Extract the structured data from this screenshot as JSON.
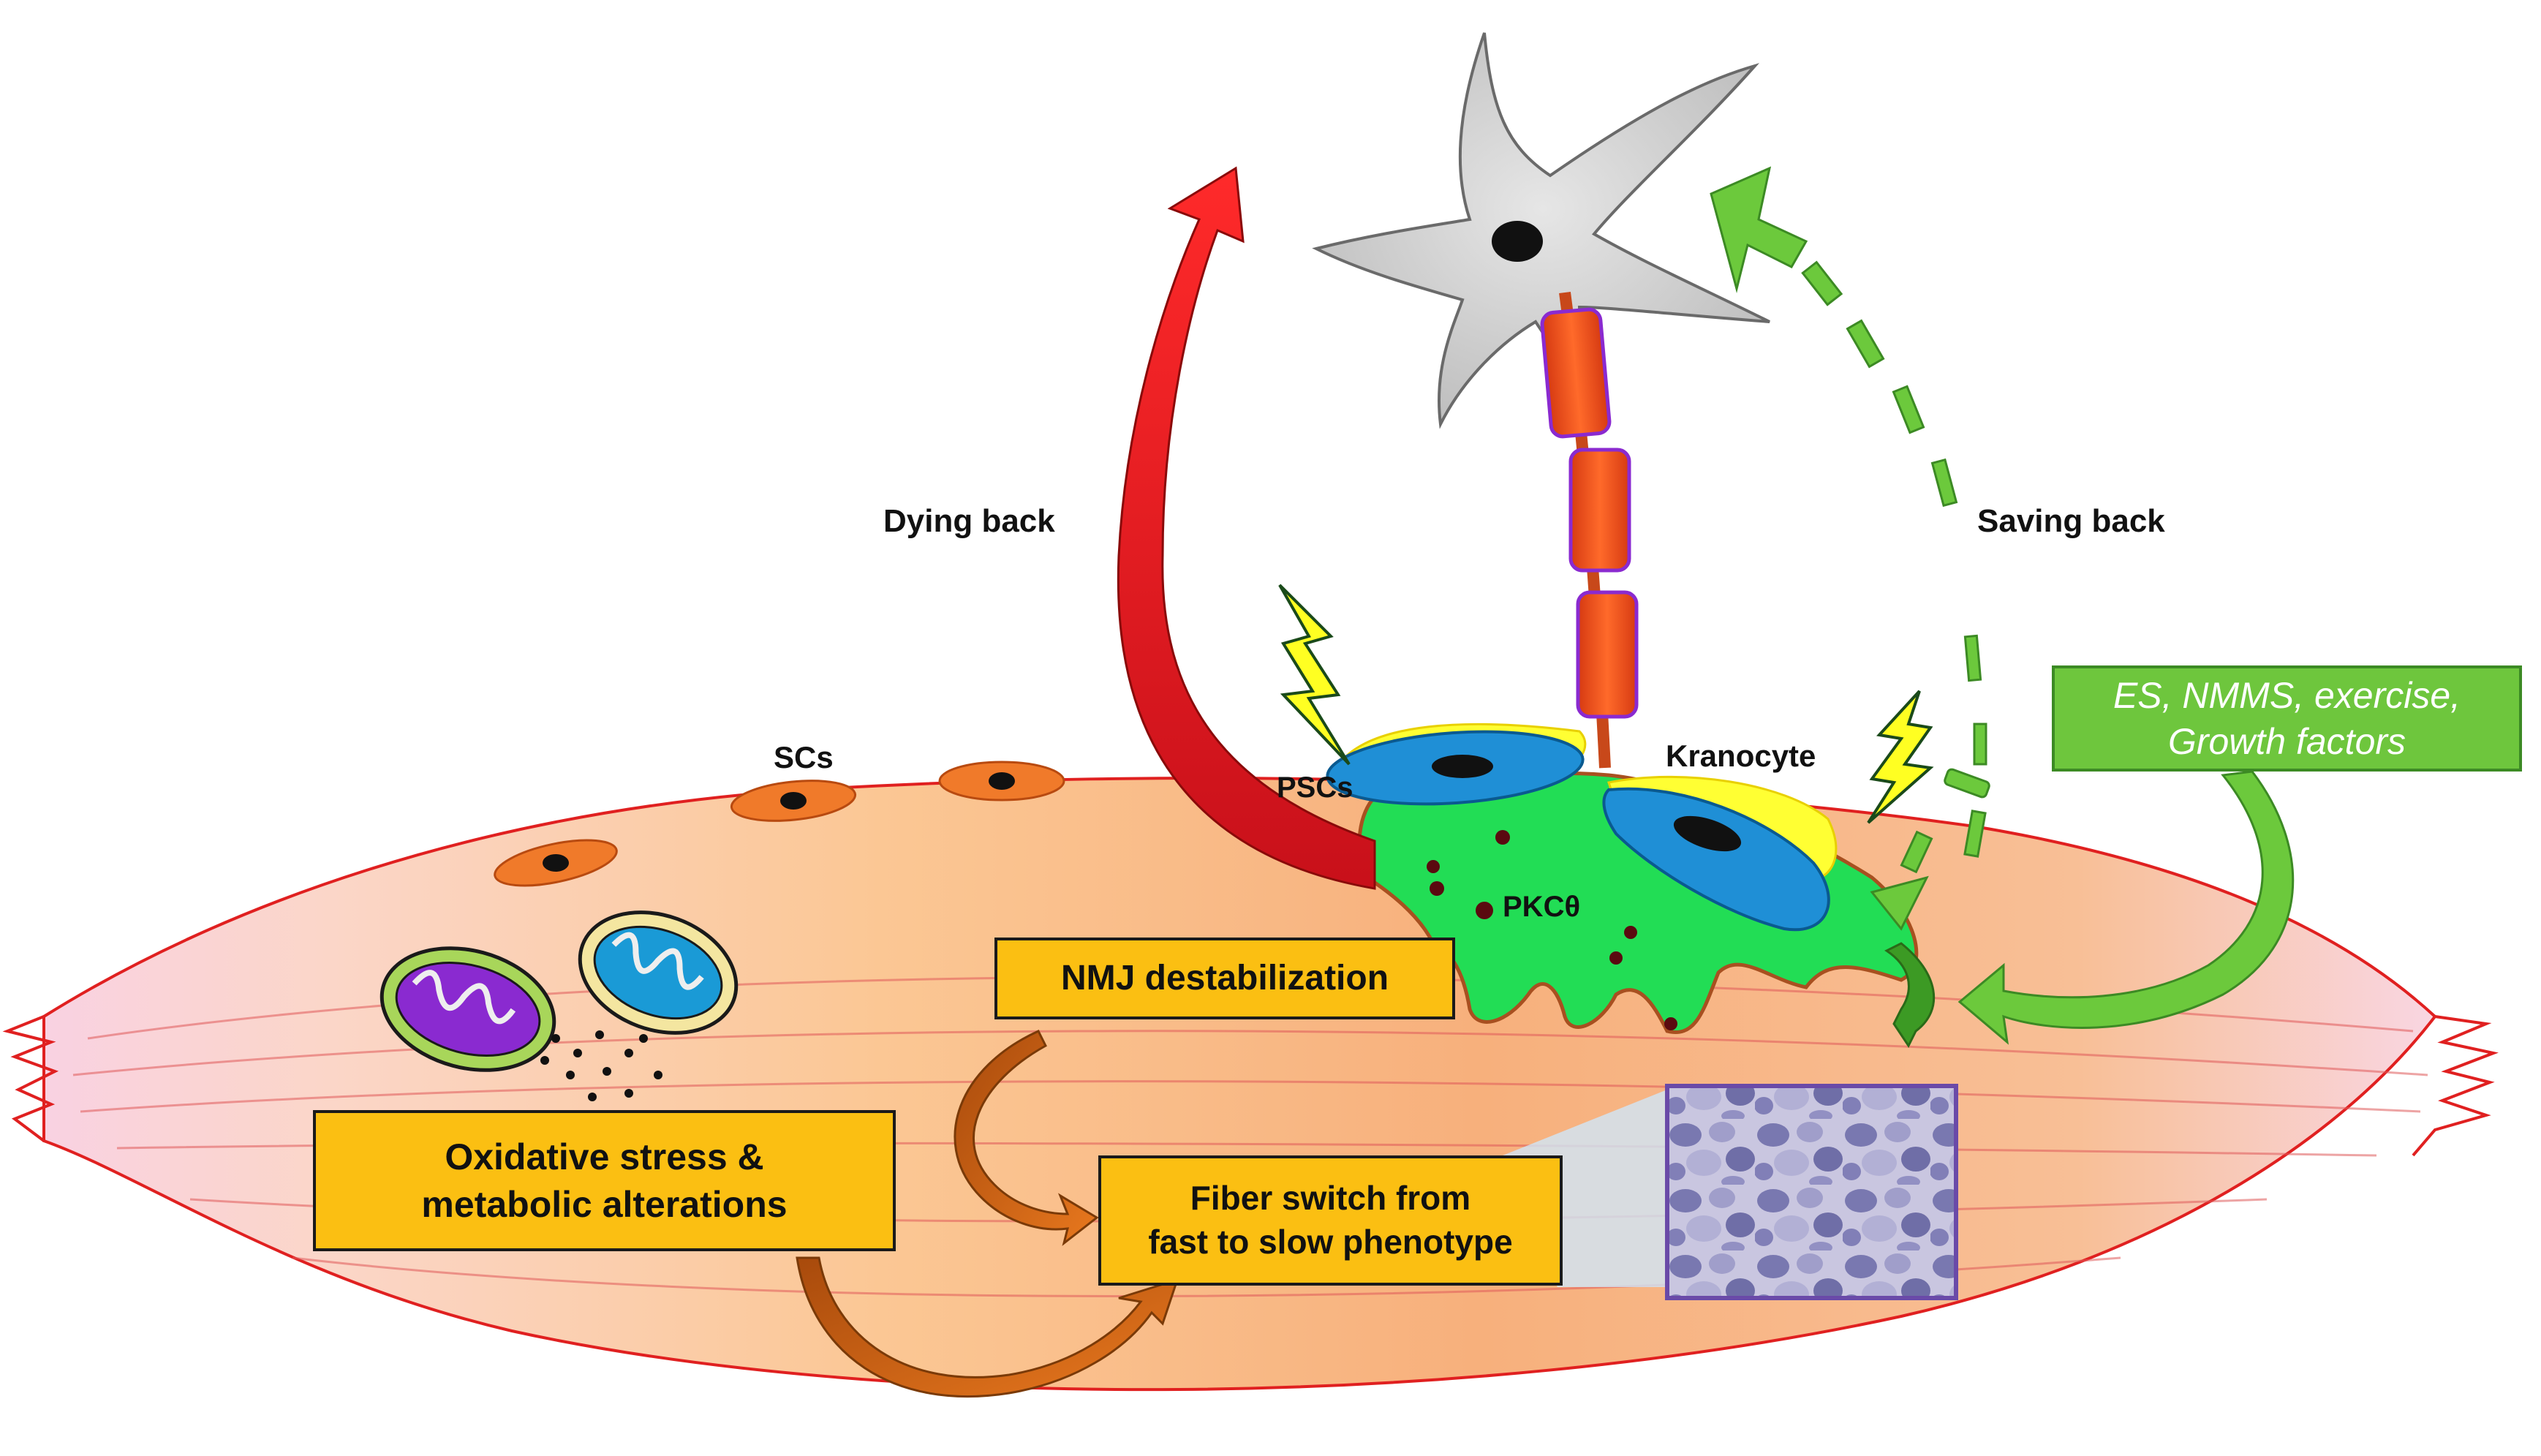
{
  "labels": {
    "dying_back": "Dying back",
    "saving_back": "Saving back",
    "scs": "SCs",
    "pscs": "PSCs",
    "kranocyte": "Kranocyte",
    "pkc": "PKCθ"
  },
  "boxes": {
    "nmj": "NMJ destabilization",
    "oxidative_line1": "Oxidative stress &",
    "oxidative_line2": "metabolic alterations",
    "fiber_line1": "Fiber switch from",
    "fiber_line2": "fast to slow phenotype",
    "interventions_line1": "ES, NMMS, exercise,",
    "interventions_line2": "Growth factors"
  },
  "colors": {
    "muscle": "#f7b47a",
    "box_fill": "#fbbf12",
    "dying_arrow": "#e8121a",
    "saving_arrow": "#6cc93c",
    "intervention_box": "#6ec63d",
    "psc": "#1f8fd6",
    "terminal": "#22dd55",
    "neuron": "#d8d8d8",
    "myelin": "#e8421a"
  },
  "icons": [
    "neuron-icon",
    "lightning-icon",
    "mitochondrion-icon",
    "histology-image"
  ]
}
